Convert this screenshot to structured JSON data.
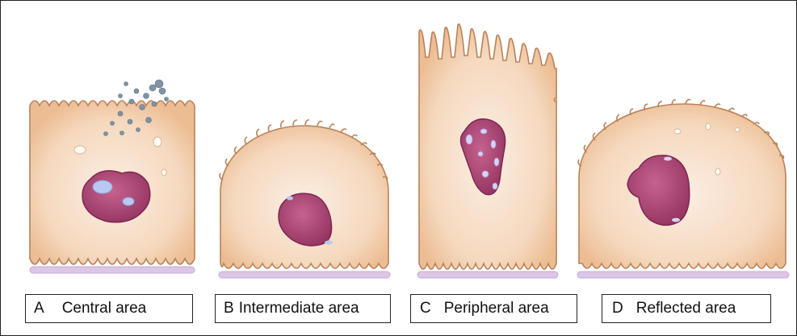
{
  "panels": [
    {
      "letter": "A",
      "text": "Central area"
    },
    {
      "letter": "B",
      "text": "Intermediate area"
    },
    {
      "letter": "C",
      "text": "Peripheral area"
    },
    {
      "letter": "D",
      "text": "Reflected area"
    }
  ],
  "colors": {
    "cytoplasm": "#f6dcc4",
    "cytoplasm_edge": "#e9b88f",
    "cell_outline": "#b9825a",
    "nucleus": "#b44f7c",
    "nucleus_dark": "#7a2451",
    "nucleolus": "#b9c8f0",
    "basement": "#dcc6e6",
    "secretion": "#7f93a3"
  }
}
